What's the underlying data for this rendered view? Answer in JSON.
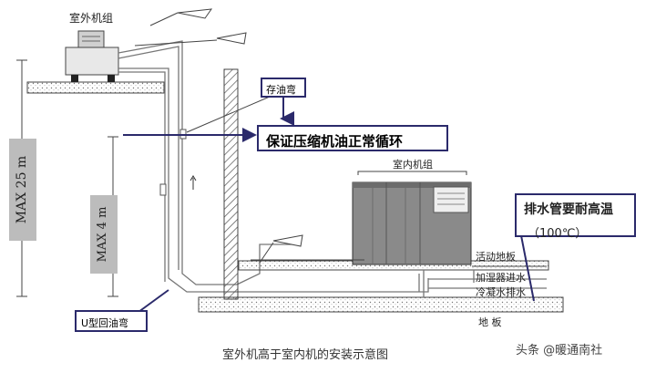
{
  "labels": {
    "outdoor_unit": "室外机组",
    "oil_trap": "存油弯",
    "ensure_oil": "保证压缩机油正常循环",
    "indoor_unit": "室内机组",
    "drain_high_temp": "排水管要耐高温",
    "temp": "（100℃）",
    "raised_floor": "活动地板",
    "humidifier_inlet": "加湿器进水",
    "condensate_drain": "冷凝水排水",
    "floor": "地 板",
    "u_trap": "U型回油弯",
    "max_25": "MAX 25 m",
    "max_4": "MAX 4 m",
    "caption": "室外机高于室内机的安装示意图",
    "watermark": "头条 @暖通南社"
  },
  "colors": {
    "accent": "#2b2a6b",
    "gray_bar": "#bcbcbc",
    "unit_fill": "#8a8a8a"
  }
}
